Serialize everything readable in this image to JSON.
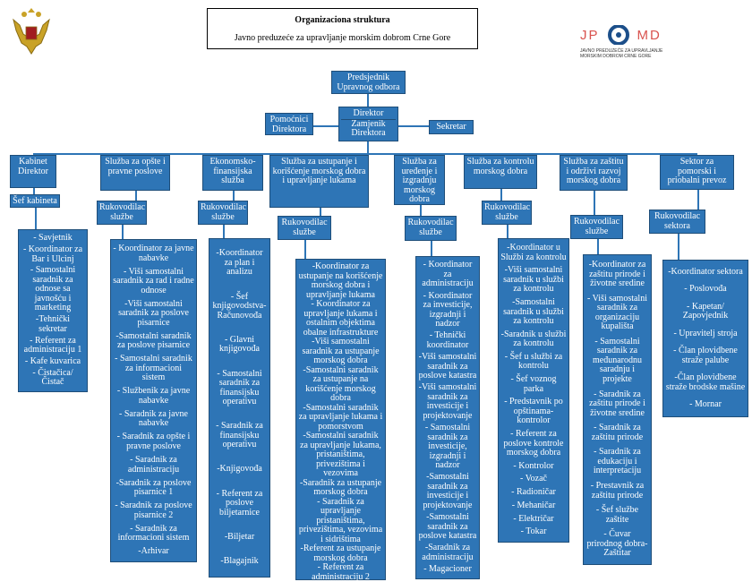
{
  "header": {
    "title": "Organizaciona struktura",
    "subtitle": "Javno preduzeće za upravljanje morskim dobrom Crne Gore",
    "logo_text": "JP MD",
    "logo_caption_1": "JAVNO PREDUZEĆE ZA UPRAVLJANJE",
    "logo_caption_2": "MORSKIM DOBROM CRNE GORE"
  },
  "top": {
    "predsjednik": "Predsjednik Upravnog odbora",
    "pomocnici": "Pomoćnici Direktora",
    "direktor": "Direktor",
    "zamjenik": "Zamjenik Direktora",
    "sekretar": "Sekretar"
  },
  "departments": [
    {
      "name": "Kabinet Direktor",
      "head": "Šef kabineta",
      "items": [
        "- Savjetnik",
        "- Koordinator za Bar i Ulcinj",
        "- Samostalni saradnik za odnose sa javnošću i marketing",
        "-Tehnički sekretar",
        "- Referent za administraciju 1",
        "- Kafe kuvarica",
        "- Čistačica/ Čistač"
      ]
    },
    {
      "name": "Služba za opšte i pravne poslove",
      "head": "Rukovodilac službe",
      "items": [
        "- Koordinator za javne nabavke",
        "- Viši samostalni saradnik za rad i radne odnose",
        "-Viši samostalni saradnik za poslove pisarnice",
        "-Samostalni saradnik za poslove pisarnice",
        "- Samostalni saradnik za informacioni sistem",
        "- Službenik za javne nabavke",
        "- Saradnik za javne nabavke",
        "- Saradnik za opšte i pravne poslove",
        "- Saradnik za administraciju",
        "-Saradnik za poslove pisarnice 1",
        "- Saradnik za poslove pisarnice 2",
        "- Saradnik za informacioni sistem",
        "-Arhivar"
      ]
    },
    {
      "name": "Ekonomsko-finansijska služba",
      "head": "Rukovodilac službe",
      "items": [
        "-Koordinator za plan i analizu",
        "- Šef knjigovodstva-Računovođa",
        "- Glavni knjigovođa",
        "- Samostalni saradnik za finansijsku operativu",
        "- Saradnik za finansijsku operativu",
        "-Knjigovođa",
        "- Referent za poslove biljetarnice",
        "-Biljetar",
        "-Blagajnik"
      ]
    },
    {
      "name": "Služba za ustupanje i korišćenje morskog dobra i upravljanje lukama",
      "head": "Rukovodilac službe",
      "items": [
        "-Koordinator za ustupanje na korišćenje morskog dobra i upravljanje lukama",
        "- Koordinator za upravljanje lukama i ostalnim objektima obalne infrastrukture",
        "-Viši samostalni saradnik za ustupanje morskog dobra",
        "-Samostalni saradnik za ustupanje na korišćenje morskog dobra",
        "-Samostalni saradnik za upravljanje lukama i pomorstvom",
        "-Samostalni saradnik za upravljanje lukama, pristaništima, privezištima i vezovima",
        "-Saradnik za ustupanje morskog dobra",
        "- Saradnik za upravljanje pristaništima, privezištima, vezovima i sidrištima",
        "-Referent za ustupanje morskog dobra",
        "- Referent za administraciju 2"
      ]
    },
    {
      "name": "Služba za uređenje i izgradnju morskog dobra",
      "head": "Rukovodilac službe",
      "items": [
        "- Koordinator za administraciju",
        "- Koordinator za investicije, izgradnji i nadzor",
        "- Tehnički koordinator",
        "-Viši samostalni saradnik za poslove katastra",
        "-Viši samostalni saradnik za investicije i projektovanje",
        "- Samostalni saradnik za investicije, izgradnji i nadzor",
        "-Samostalni saradnik za investicije i projektovanje",
        "-Samostalni saradnik za poslove katastra",
        "-Saradnik za administraciju",
        "- Magacioner"
      ]
    },
    {
      "name": "Služba za kontrolu morskog dobra",
      "head": "Rukovodilac službe",
      "items": [
        "-Koordinator u Službi za kontrolu",
        "-Viši samostalni saradnik u službi za kontrolu",
        "-Samostalni saradnik u službi za kontrolu",
        "-Saradnik u službi za kontrolu",
        "- Šef u službi za kontrolu",
        "- Šef voznog parka",
        "- Predstavnik po opštinama-kontrolor",
        "- Referent za poslove kontrole morskog dobra",
        "- Kontrolor",
        "- Vozač",
        "- Radioničar",
        "- Mehaničar",
        "- Električar",
        "- Tokar"
      ]
    },
    {
      "name": "Služba za zaštitu i održivi razvoj morskog dobra",
      "head": "Rukovodilac službe",
      "items": [
        "-Koordinator za zaštitu prirode i životne sredine",
        "- Viši samostalni saradnik za organizaciju kupališta",
        "- Samostalni saradnik za međunarodnu saradnju i projekte",
        "- Saradnik za zaštitu prirode i životne sredine",
        "- Saradnik za zaštitu prirode",
        "- Saradnik za edukaciju i interpretaciju",
        "- Prestavnik za zaštitu prirode",
        "- Šef službe zaštite",
        "- Čuvar prirodnog dobra-Zaštitar"
      ]
    },
    {
      "name": "Sektor za pomorski i priobalni prevoz",
      "head": "Rukovodilac sektora",
      "items": [
        "-Koordinator sektora",
        "- Poslovođa",
        "- Kapetan/ Zapovjednik",
        "- Upravitelj stroja",
        "- Član plovidbene straže palube",
        "-Član plovidbene straže brodske mašine",
        "- Mornar"
      ]
    }
  ]
}
